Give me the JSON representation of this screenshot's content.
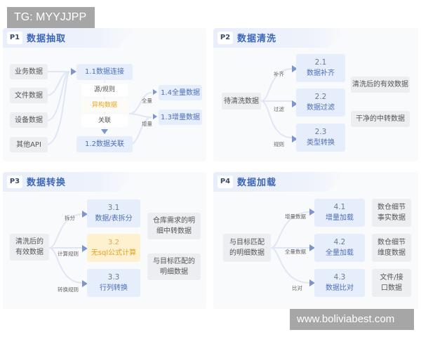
{
  "watermark_top": "TG: MYYJJPP",
  "watermark_bottom": "www.boliviabest.com",
  "colors": {
    "accent_blue": "#3d66b7",
    "box_blue": "#e6edfb",
    "box_grey": "#eceef1",
    "highlight_yellow": "#e8a826",
    "arrow": "#7c96cc"
  },
  "p1": {
    "badge": "P1",
    "title": "数据抽取",
    "sources": [
      "业务数据",
      "文件数据",
      "设备数据",
      "其他API"
    ],
    "connect": "1.1数据连接",
    "steps": [
      "源/规则",
      "异构数据",
      "关联"
    ],
    "associate": "1.2数据关联",
    "branch_labels": [
      "全量",
      "增量"
    ],
    "outputs": [
      "1.4全量数据",
      "1.3增量数据"
    ]
  },
  "p2": {
    "badge": "P2",
    "title": "数据清洗",
    "input": "待清洗数据",
    "branch_labels": [
      "补齐",
      "过滤",
      "规则"
    ],
    "steps": [
      {
        "num": "2.1",
        "label": "数据补齐"
      },
      {
        "num": "2.2",
        "label": "数据过滤"
      },
      {
        "num": "2.3",
        "label": "类型转换"
      }
    ],
    "outputs": [
      "清洗后的有效数据",
      "干净的中转数据"
    ]
  },
  "p3": {
    "badge": "P3",
    "title": "数据转换",
    "input": [
      "清洗后的",
      "有效数据"
    ],
    "branch_labels": [
      "拆分",
      "计算规则",
      "转换规则"
    ],
    "steps": [
      {
        "num": "3.1",
        "label": "数据/表拆分"
      },
      {
        "num": "3.2",
        "label": "无sql公式计算"
      },
      {
        "num": "3.3",
        "label": "行列转换"
      }
    ],
    "outputs": [
      [
        "仓库需求的明",
        "细中转数据"
      ],
      [
        "与目标匹配的",
        "明细数据"
      ]
    ]
  },
  "p4": {
    "badge": "P4",
    "title": "数据加载",
    "input": [
      "与目标匹配",
      "的明细数据"
    ],
    "branch_labels": [
      "增量数据",
      "全量数据",
      "比对"
    ],
    "steps": [
      {
        "num": "4.1",
        "label": "增量加载"
      },
      {
        "num": "4.2",
        "label": "全量加载"
      },
      {
        "num": "4.3",
        "label": "数据比对"
      }
    ],
    "outputs": [
      [
        "数仓细节",
        "事实数据"
      ],
      [
        "数仓细节",
        "维度数据"
      ],
      [
        "文件/接",
        "口数据"
      ]
    ]
  }
}
